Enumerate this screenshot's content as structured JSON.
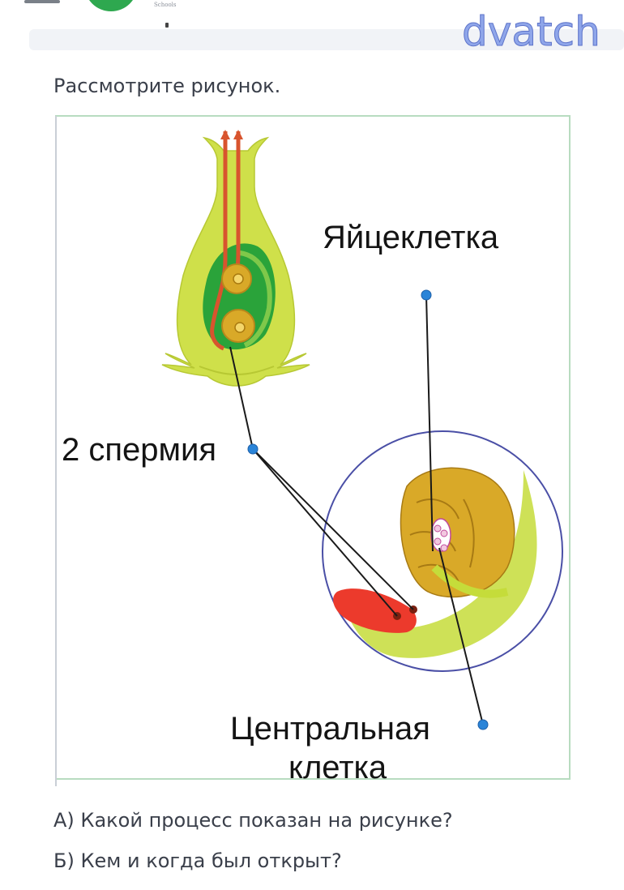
{
  "header": {
    "logo_subtitle": "Schools",
    "watermark": "dvatch"
  },
  "question": {
    "intro": "Рассмотрите рисунок.",
    "part_a": "А) Какой процесс показан на рисунке?",
    "part_b": "Б) Кем и когда был открыт?"
  },
  "figure": {
    "labels": {
      "egg_cell": "Яйцеклетка",
      "two_sperm": "2 спермия",
      "central_cell_line1": "Центральная",
      "central_cell_line2": "клетка"
    },
    "colors": {
      "pistil_fill": "#cfe04a",
      "ovule_green": "#2aa33a",
      "pollen_tube": "#d8542e",
      "seed_yellow": "#d9a928",
      "red_spot": "#ec3a2c",
      "circle_stroke": "#4a4fa6",
      "pointer_dot": "#2a84d8",
      "frame_stroke": "#b8dcc0"
    }
  }
}
